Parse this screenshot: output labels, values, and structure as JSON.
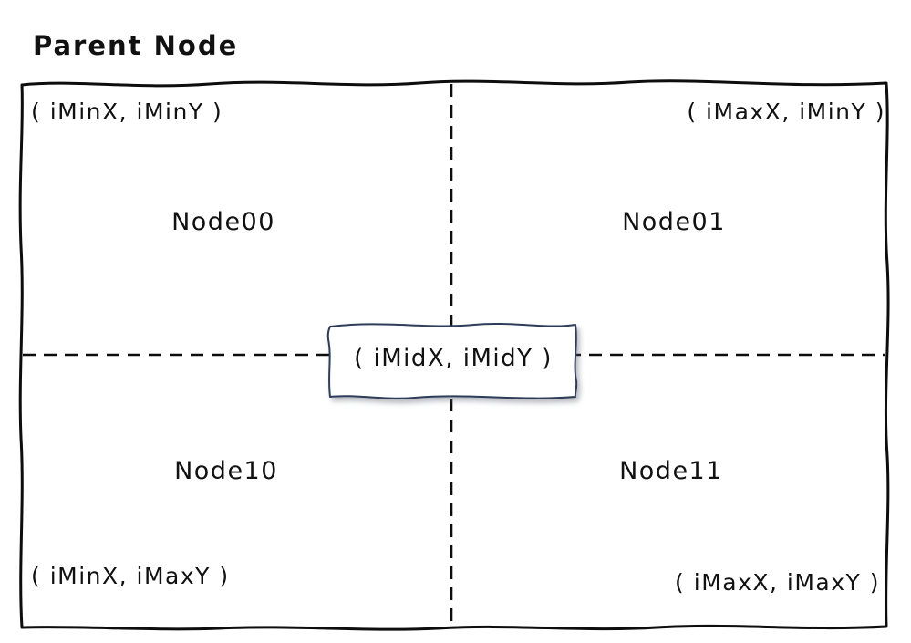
{
  "diagram": {
    "title": "Parent Node",
    "corners": {
      "top_left": "( iMinX, iMinY )",
      "top_right": "( iMaxX, iMinY )",
      "bottom_left": "( iMinX, iMaxY )",
      "bottom_right": "( iMaxX, iMaxY )"
    },
    "quadrants": {
      "node00": "Node00",
      "node01": "Node01",
      "node10": "Node10",
      "node11": "Node11"
    },
    "center_label": "( iMidX, iMidY )",
    "colors": {
      "background": "#ffffff",
      "line": "#0d0d0d",
      "text": "#111111",
      "center_box_border": "#2e3d59",
      "center_box_fill": "#ffffff"
    }
  }
}
